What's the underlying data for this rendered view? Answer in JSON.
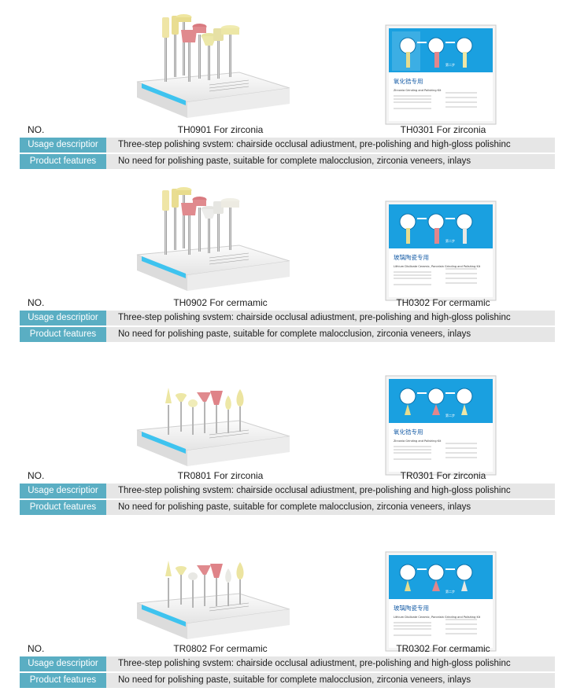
{
  "products": [
    {
      "no_label": "NO.",
      "left_code": "TH0901  For zirconia",
      "right_code": "TH0301  For zirconia",
      "usage_label": "Usage descriptior",
      "usage_text": "Three-step polishing svstem: chairside occlusal adiustment, pre-polishing and high-gloss polishinc",
      "features_label": "Product features",
      "features_text": "No need for polishing paste, suitable for complete malocclusion, zirconia veneers, inlays",
      "box_title": "氧化锆专用",
      "box_subtitle": "Zirconia Grinding and Polishing Kit",
      "box_step2": "第二步"
    },
    {
      "no_label": "NO.",
      "left_code": "TH0902  For cermamic",
      "right_code": "TH0302  For cermamic",
      "usage_label": "Usage descriptior",
      "usage_text": "Three-step polishing svstem: chairside occlusal adiustment, pre-polishing and high-gloss polishinc",
      "features_label": "Product features",
      "features_text": "No need for polishing paste, suitable for complete malocclusion, zirconia veneers, inlays",
      "box_title": "玻璃陶瓷专用",
      "box_subtitle": "Lithium Disilicate Ceramic, Porcelain Grinding and Polishing Kit",
      "box_step2": "第二步"
    },
    {
      "no_label": "NO.",
      "left_code": "TR0801  For zirconia",
      "right_code": "TR0301  For zirconia",
      "usage_label": "Usage descriptior",
      "usage_text": "Three-step polishing svstem: chairside occlusal adiustment, pre-polishing and high-gloss polishinc",
      "features_label": "Product features",
      "features_text": "No need for polishing paste, suitable for complete malocclusion, zirconia veneers, inlays",
      "box_title": "氧化锆专用",
      "box_subtitle": "Zirconia Grinding and Polishing Kit",
      "box_step2": "第二步"
    },
    {
      "no_label": "NO.",
      "left_code": "TR0802  For cermamic",
      "right_code": "TR0302  For cermamic",
      "usage_label": "Usage descriptior",
      "usage_text": "Three-step polishing svstem: chairside occlusal adiustment, pre-polishing and high-gloss polishinc",
      "features_label": "Product features",
      "features_text": "No need for polishing paste, suitable for complete malocclusion, zirconia veneers, inlays",
      "box_title": "玻璃陶瓷专用",
      "box_subtitle": "Lithium Disilicate Ceramic, Porcelain Grinding and Polishing Kit",
      "box_step2": "第二步"
    }
  ],
  "colors": {
    "label_bg": "#5aaec3",
    "row_bg": "#e6e6e6",
    "box_blue": "#1aa0e0",
    "stand_stripe": "#3ec3ef"
  }
}
